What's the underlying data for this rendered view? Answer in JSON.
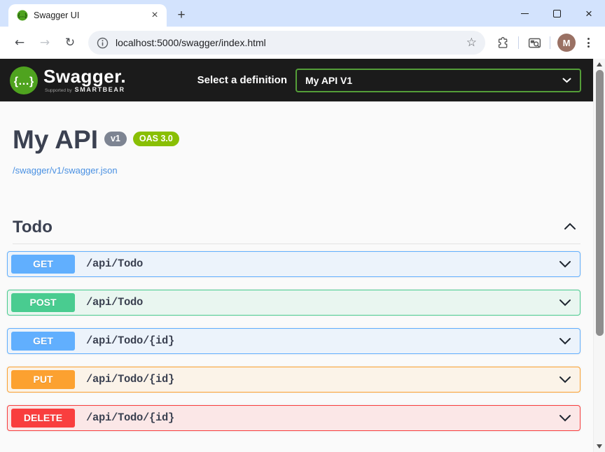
{
  "browser": {
    "tab_title": "Swagger UI",
    "url": "localhost:5000/swagger/index.html",
    "avatar_initial": "M"
  },
  "swagger_topbar": {
    "logo_text": "Swagger.",
    "tagline_prefix": "Supported by",
    "tagline_brand": "SMARTBEAR",
    "select_label": "Select a definition",
    "selected_definition": "My API V1"
  },
  "info": {
    "api_title": "My API",
    "version_badge": "v1",
    "oas_badge": "OAS 3.0",
    "spec_link": "/swagger/v1/swagger.json"
  },
  "tag_section": {
    "name": "Todo"
  },
  "operations": [
    {
      "method": "GET",
      "path": "/api/Todo",
      "color": "#61affe",
      "bg": "#ecf3fb"
    },
    {
      "method": "POST",
      "path": "/api/Todo",
      "color": "#49cc90",
      "bg": "#e9f6f0"
    },
    {
      "method": "GET",
      "path": "/api/Todo/{id}",
      "color": "#61affe",
      "bg": "#ecf3fb"
    },
    {
      "method": "PUT",
      "path": "/api/Todo/{id}",
      "color": "#fca130",
      "bg": "#fbf3e8"
    },
    {
      "method": "DELETE",
      "path": "/api/Todo/{id}",
      "color": "#f93e3e",
      "bg": "#fbe7e7"
    }
  ],
  "icons": {
    "swagger_logo_glyph": "{…}"
  },
  "colors": {
    "titlebar_bg": "#d3e3fd",
    "topbar_bg": "#1b1b1b",
    "select_border": "#549e38",
    "logo_green": "#4fa31f",
    "version_badge_bg": "#7d8492",
    "oas_badge_bg": "#89bf04",
    "heading_text": "#3b4151",
    "link_text": "#4990e2",
    "avatar_bg": "#9a7164"
  }
}
